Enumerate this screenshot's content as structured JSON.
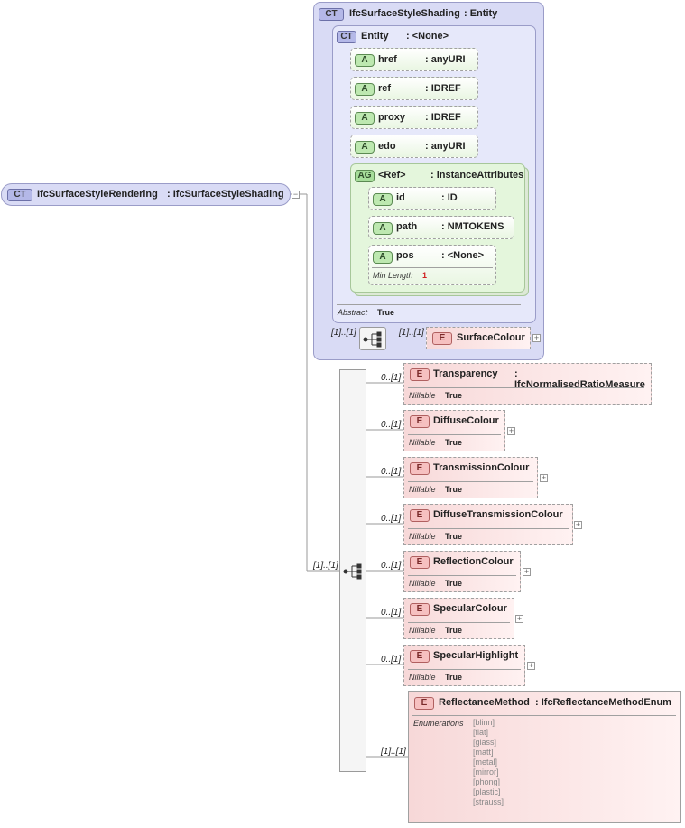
{
  "root": {
    "badge": "CT",
    "name": "IfcSurfaceStyleRendering",
    "type": ": IfcSurfaceStyleShading"
  },
  "shading": {
    "badge": "CT",
    "name": "IfcSurfaceStyleShading",
    "type": ": Entity"
  },
  "entity": {
    "badge": "CT",
    "name": "Entity",
    "type": ": <None>",
    "abstract_label": "Abstract",
    "abstract_value": "True"
  },
  "attributes": [
    {
      "badge": "A",
      "name": "href",
      "type": ": anyURI"
    },
    {
      "badge": "A",
      "name": "ref",
      "type": ": IDREF"
    },
    {
      "badge": "A",
      "name": "proxy",
      "type": ": IDREF"
    },
    {
      "badge": "A",
      "name": "edo",
      "type": ": anyURI"
    }
  ],
  "attr_group": {
    "badge": "AG",
    "name": "<Ref>",
    "type": ": instanceAttributes"
  },
  "group_attributes": [
    {
      "badge": "A",
      "name": "id",
      "type": ": ID"
    },
    {
      "badge": "A",
      "name": "path",
      "type": ": NMTOKENS"
    },
    {
      "badge": "A",
      "name": "pos",
      "type": ": <None>",
      "prop_label": "Min Length",
      "prop_value": "1"
    }
  ],
  "shading_sequence": {
    "mult_left": "[1]..[1]",
    "mult_right": "[1]..[1]"
  },
  "surface_colour": {
    "badge": "E",
    "name": "SurfaceColour",
    "plus": "+"
  },
  "main_sequence": {
    "mult": "[1]..[1]"
  },
  "elements": [
    {
      "mult": "0..[1]",
      "badge": "E",
      "name": "Transparency",
      "type": ": IfcNormalisedRatioMeasure",
      "prop_label": "Nillable",
      "prop_value": "True"
    },
    {
      "mult": "0..[1]",
      "badge": "E",
      "name": "DiffuseColour",
      "type": "",
      "prop_label": "Nillable",
      "prop_value": "True",
      "plus": "+"
    },
    {
      "mult": "0..[1]",
      "badge": "E",
      "name": "TransmissionColour",
      "type": "",
      "prop_label": "Nillable",
      "prop_value": "True",
      "plus": "+"
    },
    {
      "mult": "0..[1]",
      "badge": "E",
      "name": "DiffuseTransmissionColour",
      "type": "",
      "prop_label": "Nillable",
      "prop_value": "True",
      "plus": "+"
    },
    {
      "mult": "0..[1]",
      "badge": "E",
      "name": "ReflectionColour",
      "type": "",
      "prop_label": "Nillable",
      "prop_value": "True",
      "plus": "+"
    },
    {
      "mult": "0..[1]",
      "badge": "E",
      "name": "SpecularColour",
      "type": "",
      "prop_label": "Nillable",
      "prop_value": "True",
      "plus": "+"
    },
    {
      "mult": "0..[1]",
      "badge": "E",
      "name": "SpecularHighlight",
      "type": "",
      "prop_label": "Nillable",
      "prop_value": "True",
      "plus": "+"
    }
  ],
  "reflectance": {
    "mult": "[1]..[1]",
    "badge": "E",
    "name": "ReflectanceMethod",
    "type": ": IfcReflectanceMethodEnum",
    "prop_label": "Enumerations",
    "enumerations": [
      "[blinn]",
      "[flat]",
      "[glass]",
      "[matt]",
      "[metal]",
      "[mirror]",
      "[phong]",
      "[plastic]",
      "[strauss]",
      "..."
    ]
  },
  "collapse_symbol": "−",
  "colors": {
    "ct_fill": "#d9dbf5",
    "attr_fill": "#e4f6dc",
    "element_fill": "#f7d8d8",
    "line": "#9a9a9a"
  }
}
